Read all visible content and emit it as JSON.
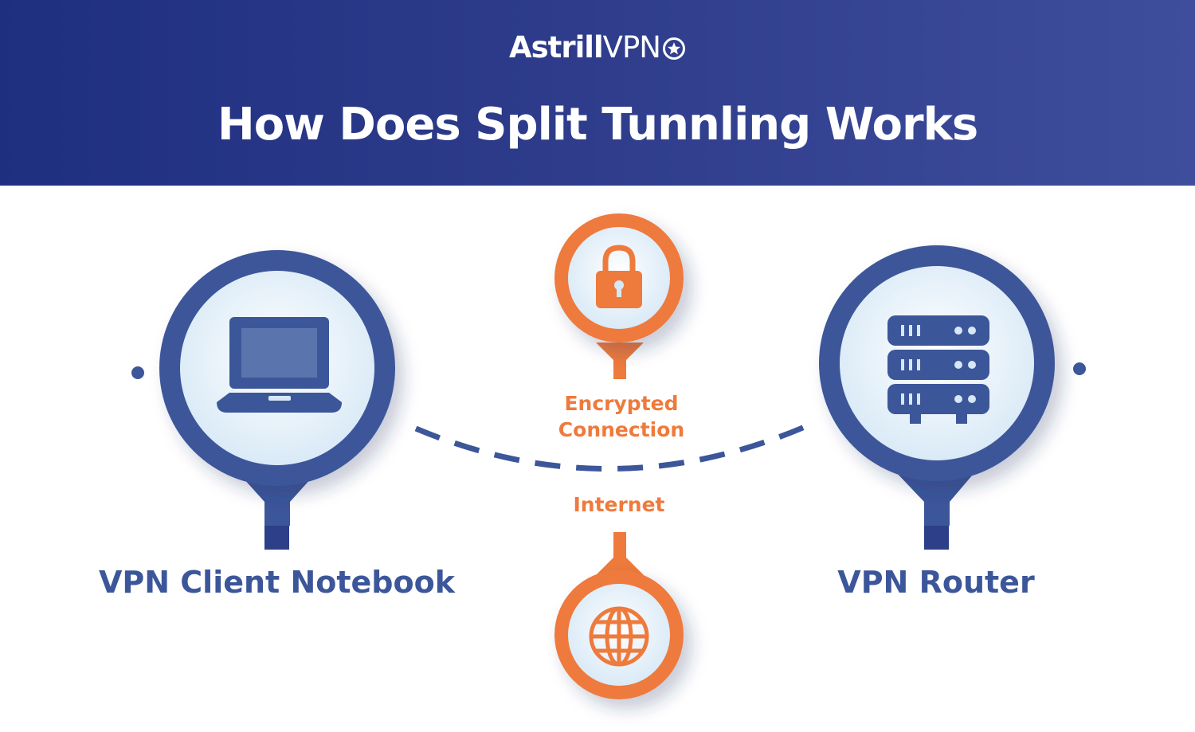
{
  "header": {
    "logo_brand": "Astrill",
    "logo_suffix": "VPN",
    "title": "How Does Split Tunnling Works"
  },
  "nodes": {
    "client": {
      "label": "VPN Client Notebook",
      "icon": "laptop-icon"
    },
    "router": {
      "label": "VPN Router",
      "icon": "server-icon"
    },
    "encrypted": {
      "label_line1": "Encrypted",
      "label_line2": "Connection",
      "icon": "lock-icon"
    },
    "internet": {
      "label": "Internet",
      "icon": "globe-icon"
    }
  },
  "colors": {
    "header_start": "#1f2f80",
    "header_end": "#3e4d9c",
    "primary_blue": "#3c569a",
    "accent_orange": "#ee7a3c"
  }
}
